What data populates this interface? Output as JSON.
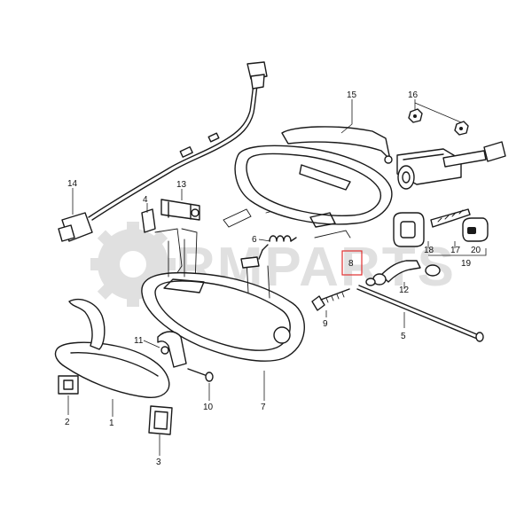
{
  "diagram": {
    "highlight_color": "#e03030",
    "watermark": {
      "text": "RMPARTS"
    },
    "parts": [
      {
        "id": "p1",
        "label": "1"
      },
      {
        "id": "p2",
        "label": "2"
      },
      {
        "id": "p3",
        "label": "3"
      },
      {
        "id": "p4",
        "label": "4"
      },
      {
        "id": "p5",
        "label": "5"
      },
      {
        "id": "p6",
        "label": "6"
      },
      {
        "id": "p7",
        "label": "7"
      },
      {
        "id": "p8",
        "label": "8",
        "highlighted": true
      },
      {
        "id": "p9",
        "label": "9"
      },
      {
        "id": "p10",
        "label": "10"
      },
      {
        "id": "p11",
        "label": "11"
      },
      {
        "id": "p12",
        "label": "12"
      },
      {
        "id": "p13",
        "label": "13"
      },
      {
        "id": "p14",
        "label": "14"
      },
      {
        "id": "p15",
        "label": "15"
      },
      {
        "id": "p16",
        "label": "16"
      },
      {
        "id": "p17",
        "label": "17"
      },
      {
        "id": "p18",
        "label": "18"
      },
      {
        "id": "p19",
        "label": "19"
      },
      {
        "id": "p20",
        "label": "20"
      }
    ]
  }
}
